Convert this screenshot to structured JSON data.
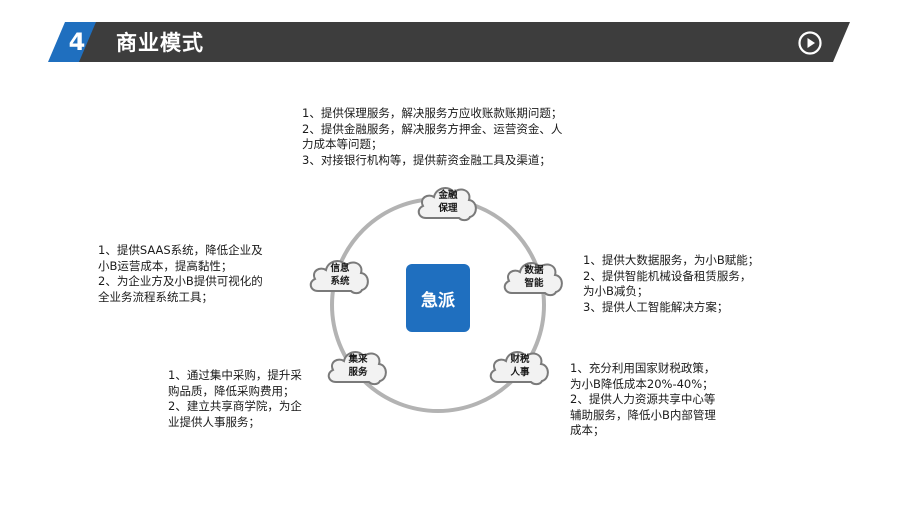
{
  "header": {
    "number": "4",
    "title": "商业模式"
  },
  "center": {
    "label": "急派"
  },
  "nodes": {
    "jinrong": {
      "label": "金融\n保理"
    },
    "shuju": {
      "label": "数据\n智能"
    },
    "caishui": {
      "label": "财税\n人事"
    },
    "jicai": {
      "label": "集采\n服务"
    },
    "xinxi": {
      "label": "信息\n系统"
    }
  },
  "descriptions": {
    "jinrong": "1、提供保理服务，解决服务方应收账款账期问题；\n2、提供金融服务，解决服务方押金、运营资金、人\n力成本等问题；\n3、对接银行机构等，提供薪资金融工具及渠道；",
    "shuju": "1、提供大数据服务，为小B赋能；\n2、提供智能机械设备租赁服务，\n为小B减负；\n3、提供人工智能解决方案；",
    "caishui": "1、充分利用国家财税政策，\n为小B降低成本20%-40%；\n2、提供人力资源共享中心等\n辅助服务，降低小B内部管理\n成本；",
    "jicai": "1、通过集中采购，提升采\n购品质，降低采购费用；\n2、建立共享商学院，为企\n业提供人事服务；",
    "xinxi": "1、提供SAAS系统，降低企业及\n小B运营成本，提高黏性；\n2、为企业方及小B提供可视化的\n全业务流程系统工具；"
  },
  "colors": {
    "header_dark": "#3d3d3d",
    "header_accent": "#1f6fbf",
    "ring": "#b3b3b3",
    "center": "#1f6fbf"
  }
}
